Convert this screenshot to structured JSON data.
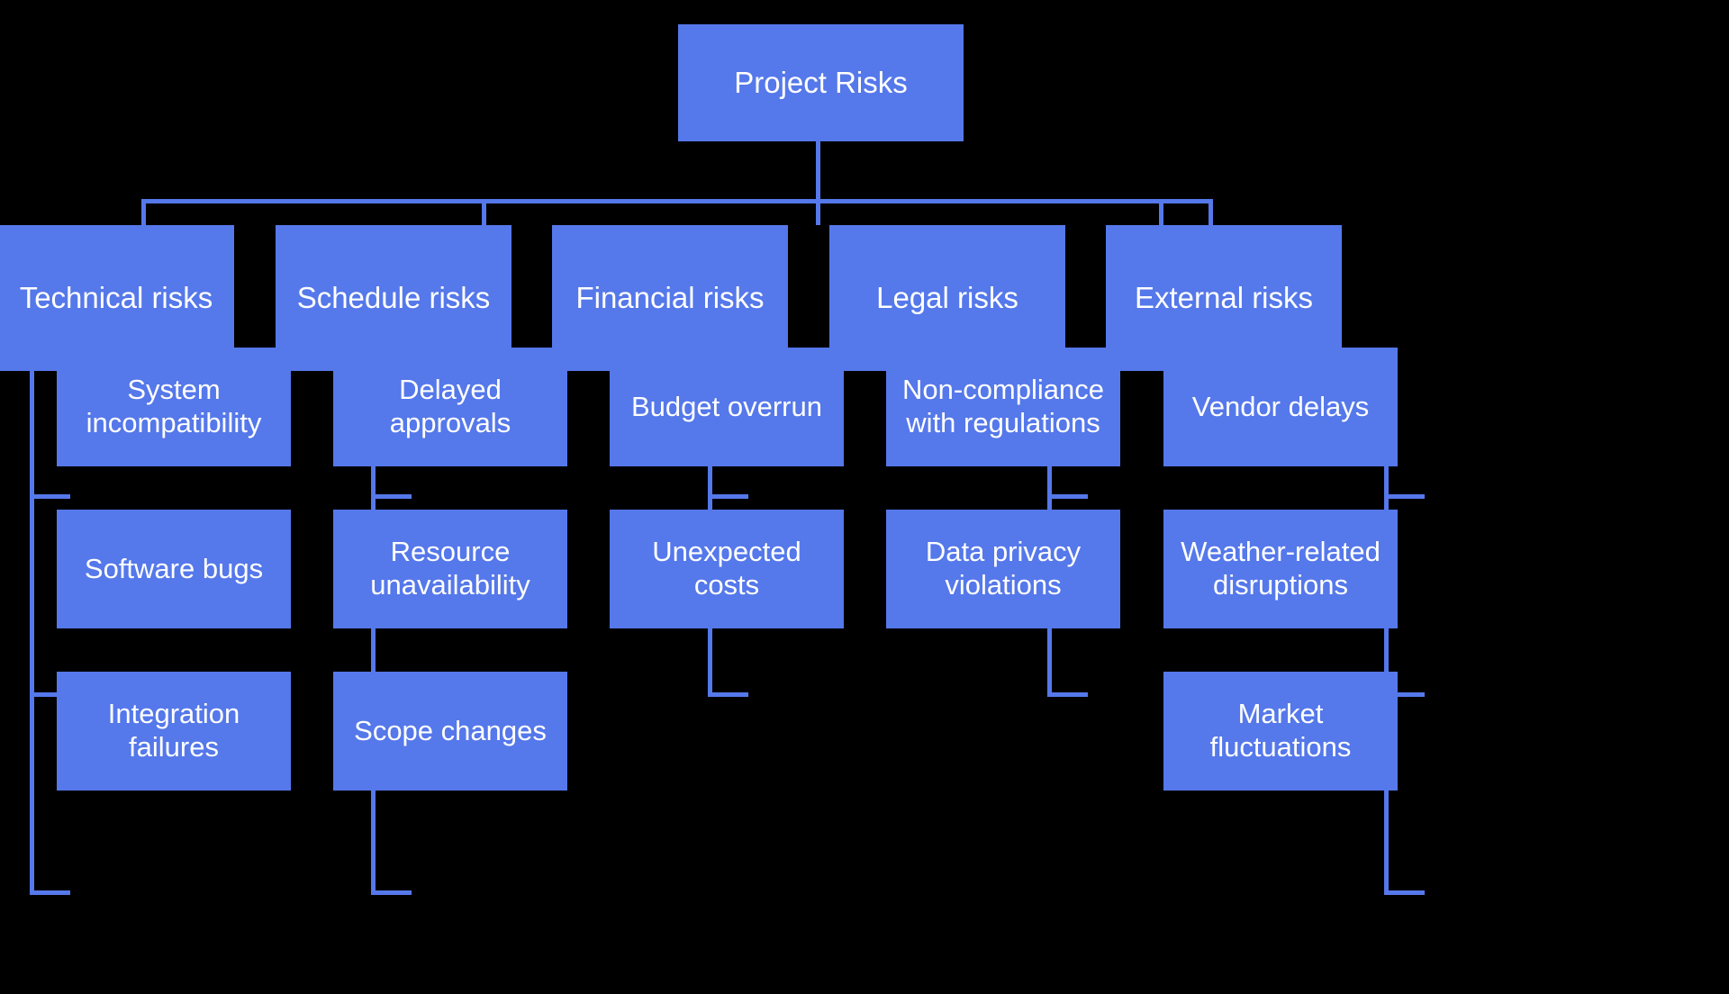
{
  "diagram": {
    "title": "Project Risks",
    "type": "organizational-tree",
    "background_color": "#000000",
    "node_color": "#5578ea",
    "text_color": "#ffffff",
    "edge_color": "#5578ea",
    "root": {
      "label": "Project Risks"
    },
    "branches": [
      {
        "label": "Technical risks",
        "children": [
          {
            "label": "System\nincompatibility"
          },
          {
            "label": "Software bugs"
          },
          {
            "label": "Integration\nfailures"
          }
        ]
      },
      {
        "label": "Schedule risks",
        "children": [
          {
            "label": "Delayed\napprovals"
          },
          {
            "label": "Resource\nunavailability"
          },
          {
            "label": "Scope changes"
          }
        ]
      },
      {
        "label": "Financial risks",
        "children": [
          {
            "label": "Budget overrun"
          },
          {
            "label": "Unexpected\ncosts"
          }
        ]
      },
      {
        "label": "Legal risks",
        "children": [
          {
            "label": "Non-compliance\nwith regulations"
          },
          {
            "label": "Data privacy\nviolations"
          }
        ]
      },
      {
        "label": "External risks",
        "children": [
          {
            "label": "Vendor delays"
          },
          {
            "label": "Weather-related\ndisruptions"
          },
          {
            "label": "Market\nfluctuations"
          }
        ]
      }
    ]
  }
}
